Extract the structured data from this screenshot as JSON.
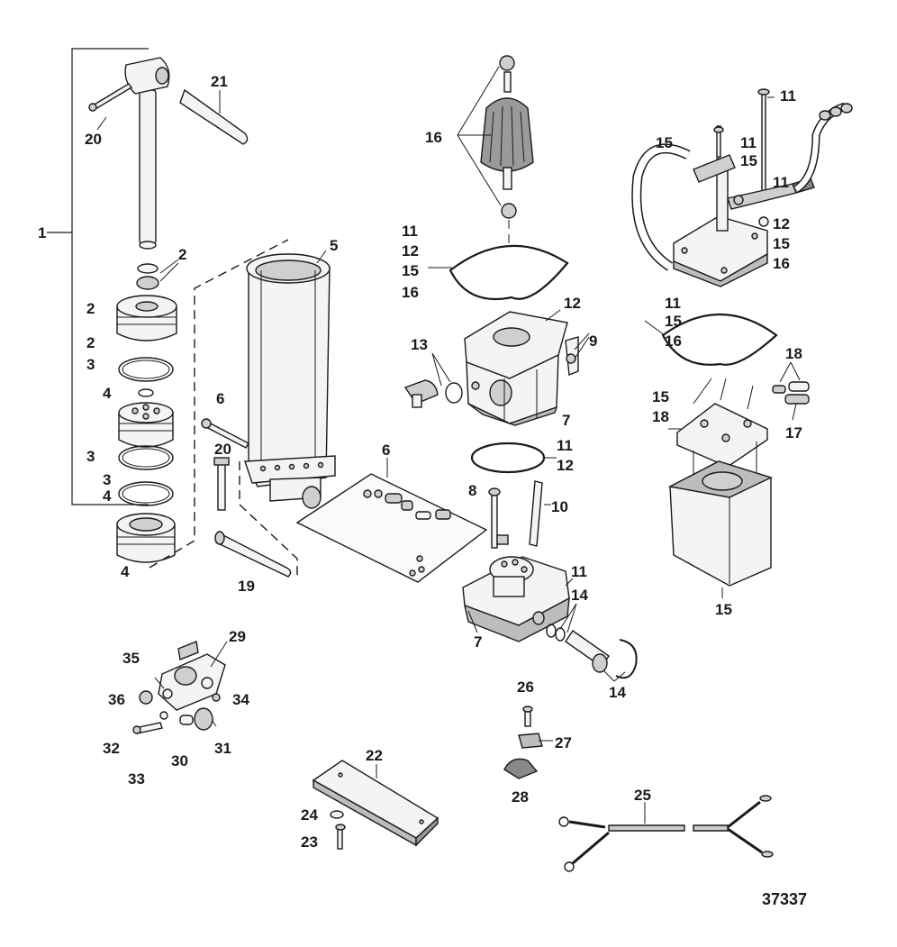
{
  "figure_number": "37337",
  "labels": {
    "l1": "1",
    "l2a": "2",
    "l2b": "2",
    "l2c": "2",
    "l3a": "3",
    "l3b": "3",
    "l3c": "3",
    "l4a": "4",
    "l4b": "4",
    "l4c": "4",
    "l5": "5",
    "l6a": "6",
    "l6b": "6",
    "l7a": "7",
    "l7b": "7",
    "l8": "8",
    "l9": "9",
    "l10": "10",
    "l11a": "11",
    "l11b": "11",
    "l11c": "11",
    "l11d": "11",
    "l11e": "11",
    "l11f": "11",
    "l11g": "11",
    "l12a": "12",
    "l12b": "12",
    "l12c": "12",
    "l12d": "12",
    "l13": "13",
    "l14a": "14",
    "l14b": "14",
    "l15a": "15",
    "l15b": "15",
    "l15c": "15",
    "l15d": "15",
    "l15e": "15",
    "l15f": "15",
    "l15g": "15",
    "l16a": "16",
    "l16b": "16",
    "l16c": "16",
    "l16d": "16",
    "l17": "17",
    "l18a": "18",
    "l18b": "18",
    "l19": "19",
    "l20a": "20",
    "l20b": "20",
    "l21": "21",
    "l22": "22",
    "l23": "23",
    "l24": "24",
    "l25": "25",
    "l26": "26",
    "l27": "27",
    "l28": "28",
    "l29": "29",
    "l30": "30",
    "l31": "31",
    "l32": "32",
    "l33": "33",
    "l34": "34",
    "l35": "35",
    "l36": "36"
  }
}
